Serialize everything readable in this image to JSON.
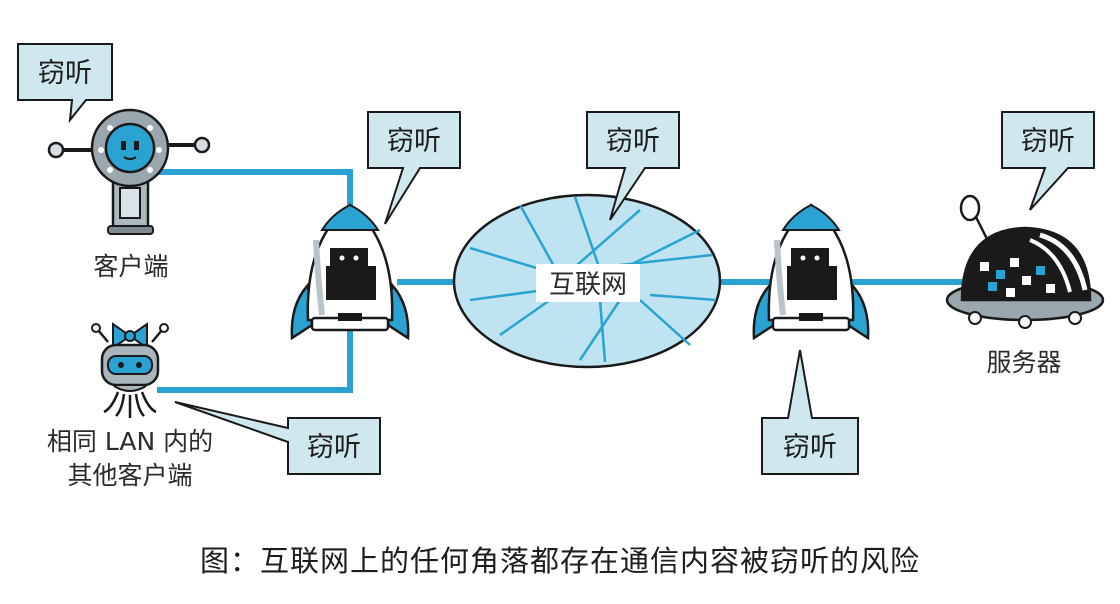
{
  "nodes": {
    "client": "客户端",
    "lan_client_line1": "相同 LAN 内的",
    "lan_client_line2": "其他客户端",
    "internet": "互联网",
    "server": "服务器"
  },
  "callouts": {
    "client": "窃听",
    "lan_client": "窃听",
    "router_left": "窃听",
    "internet": "窃听",
    "router_right": "窃听",
    "server": "窃听"
  },
  "caption": "图：互联网上的任何角落都存在通信内容被窃听的风险",
  "colors": {
    "link": "#2aa3d3",
    "bubble_fill": "#cfe7ee",
    "cloud_fill": "#bfe3f1",
    "outline": "#1a1a1a",
    "accent": "#3aa8d8"
  }
}
